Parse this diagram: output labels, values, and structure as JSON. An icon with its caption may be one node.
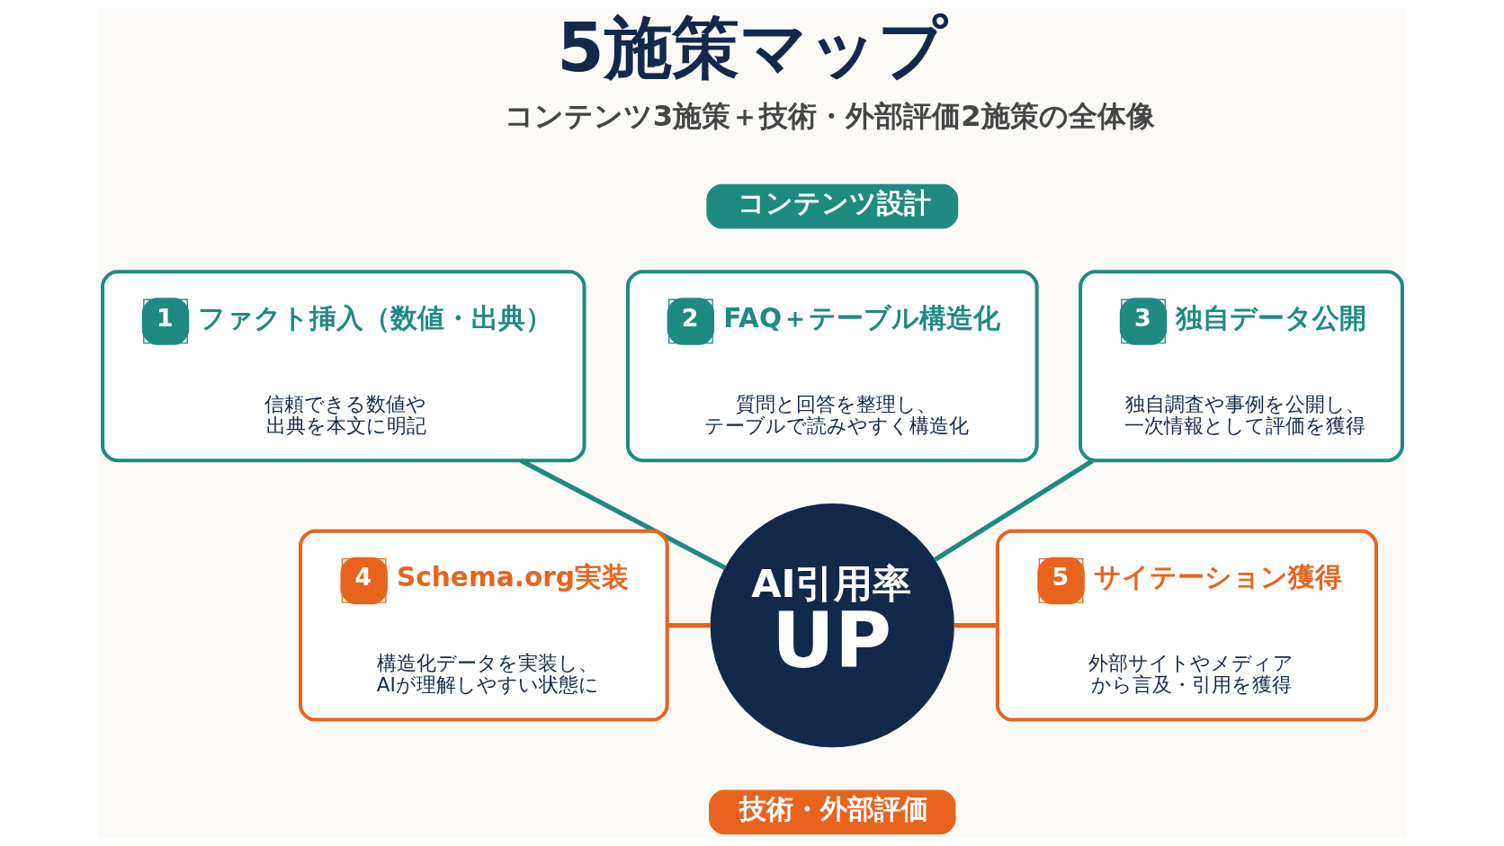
{
  "diagram": {
    "title": "5施策マップ",
    "nodes": [
      {
        "text": [
          "コンテンツ設計"
        ]
      },
      {
        "text": [
          "1",
          "ファクト挿入（数値・出典）",
          "信頼できる数値や出典を本文に明記"
        ]
      },
      {
        "text": [
          "2",
          "FAQ＋テーブル構造化",
          "質問と回答を整理し、テーブルで読みやすく構造化"
        ]
      },
      {
        "text": [
          "3",
          "独自データ公開",
          "独自調査や事例を公開し、一次情報として評価を獲得"
        ]
      },
      {
        "text": [
          "4",
          "Schema.org実装",
          "構造化データを実装し、AIが理解しやすい状態に"
        ]
      },
      {
        "text": [
          "AI引用率",
          "UP"
        ]
      },
      {
        "text": [
          "5",
          "サイテーション獲得",
          "外部サイトやメディアから言及・引用を獲得"
        ]
      },
      {
        "text": [
          "技術・外部評価"
        ]
      }
    ],
    "edges": [
      {
        "from": 1,
        "to": 5,
        "arrow": "none",
        "color": "#1f8a80"
      },
      {
        "from": 3,
        "to": 5,
        "arrow": "none",
        "color": "#1f8a80"
      },
      {
        "from": 4,
        "to": 5,
        "arrow": "none",
        "color": "#e8641e"
      },
      {
        "from": 5,
        "to": 6,
        "arrow": "none",
        "color": "#e8641e"
      }
    ],
    "labels": [
      "コンテンツ3施策＋技術・外部評価2施策の全体像"
    ]
  }
}
